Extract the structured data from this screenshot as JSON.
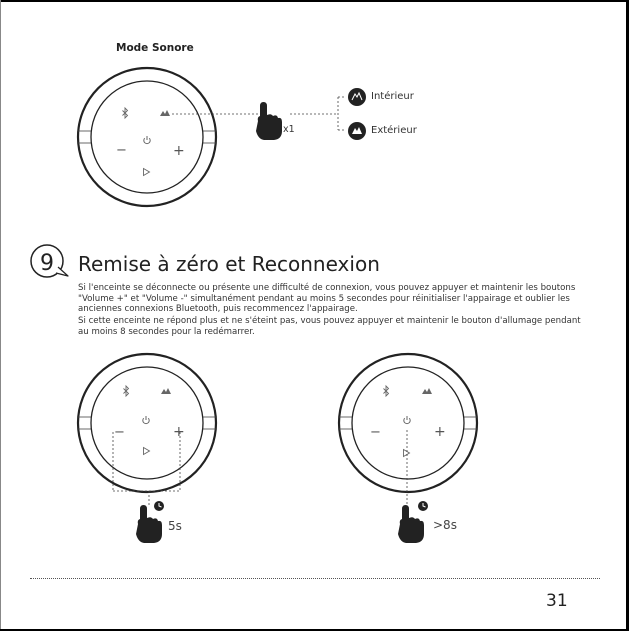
{
  "mode": {
    "title": "Mode Sonore",
    "options": [
      "Intérieur",
      "Extérieur"
    ],
    "press_count": "x1"
  },
  "section": {
    "number": "9",
    "title": "Remise à zéro et Reconnexion",
    "paragraph1": [
      "Si l'enceinte se déconnecte ou présente une difficulté de connexion, vous pouvez appuyer et maintenir les boutons",
      "\"Volume +\" et \"Volume -\" simultanément pendant au moins 5 secondes pour réinitialiser l'appairage et oublier les",
      "anciennes connexions Bluetooth, puis recommencez l'appairage."
    ],
    "paragraph2": [
      "Si cette enceinte ne répond plus et ne s'éteint pas, vous pouvez appuyer et maintenir le bouton d'allumage pendant",
      "au moins 8 secondes pour la redémarrer."
    ]
  },
  "hold": {
    "reset": "5s",
    "restart": ">8s"
  },
  "speaker_buttons": {
    "minus": "−",
    "plus": "+"
  },
  "page_number": "31"
}
